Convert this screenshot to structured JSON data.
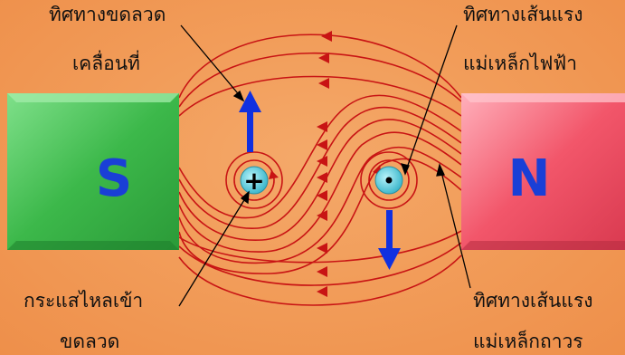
{
  "magnet_left": {
    "pole": "S",
    "color": "#3cb84a"
  },
  "magnet_right": {
    "pole": "N",
    "color": "#f2566a"
  },
  "labels": {
    "top_left_line1": "ทิศทางขดลวด",
    "top_left_line2": "เคลื่อนที่",
    "top_right_line1": "ทิศทางเส้นแรง",
    "top_right_line2": "แม่เหล็กไฟฟ้า",
    "bottom_left_line1": "กระแสไหลเข้า",
    "bottom_left_line2": "ขดลวด",
    "bottom_right_line1": "ทิศทางเส้นแรง",
    "bottom_right_line2": "แม่เหล็กถาวร"
  },
  "conductor_left_symbol": "+",
  "conductor_right_symbol": "•",
  "colors": {
    "field_line": "#c81414",
    "motion_arrow": "#1030e0",
    "conductor": "#5ad0e0",
    "pointer": "#000000"
  }
}
